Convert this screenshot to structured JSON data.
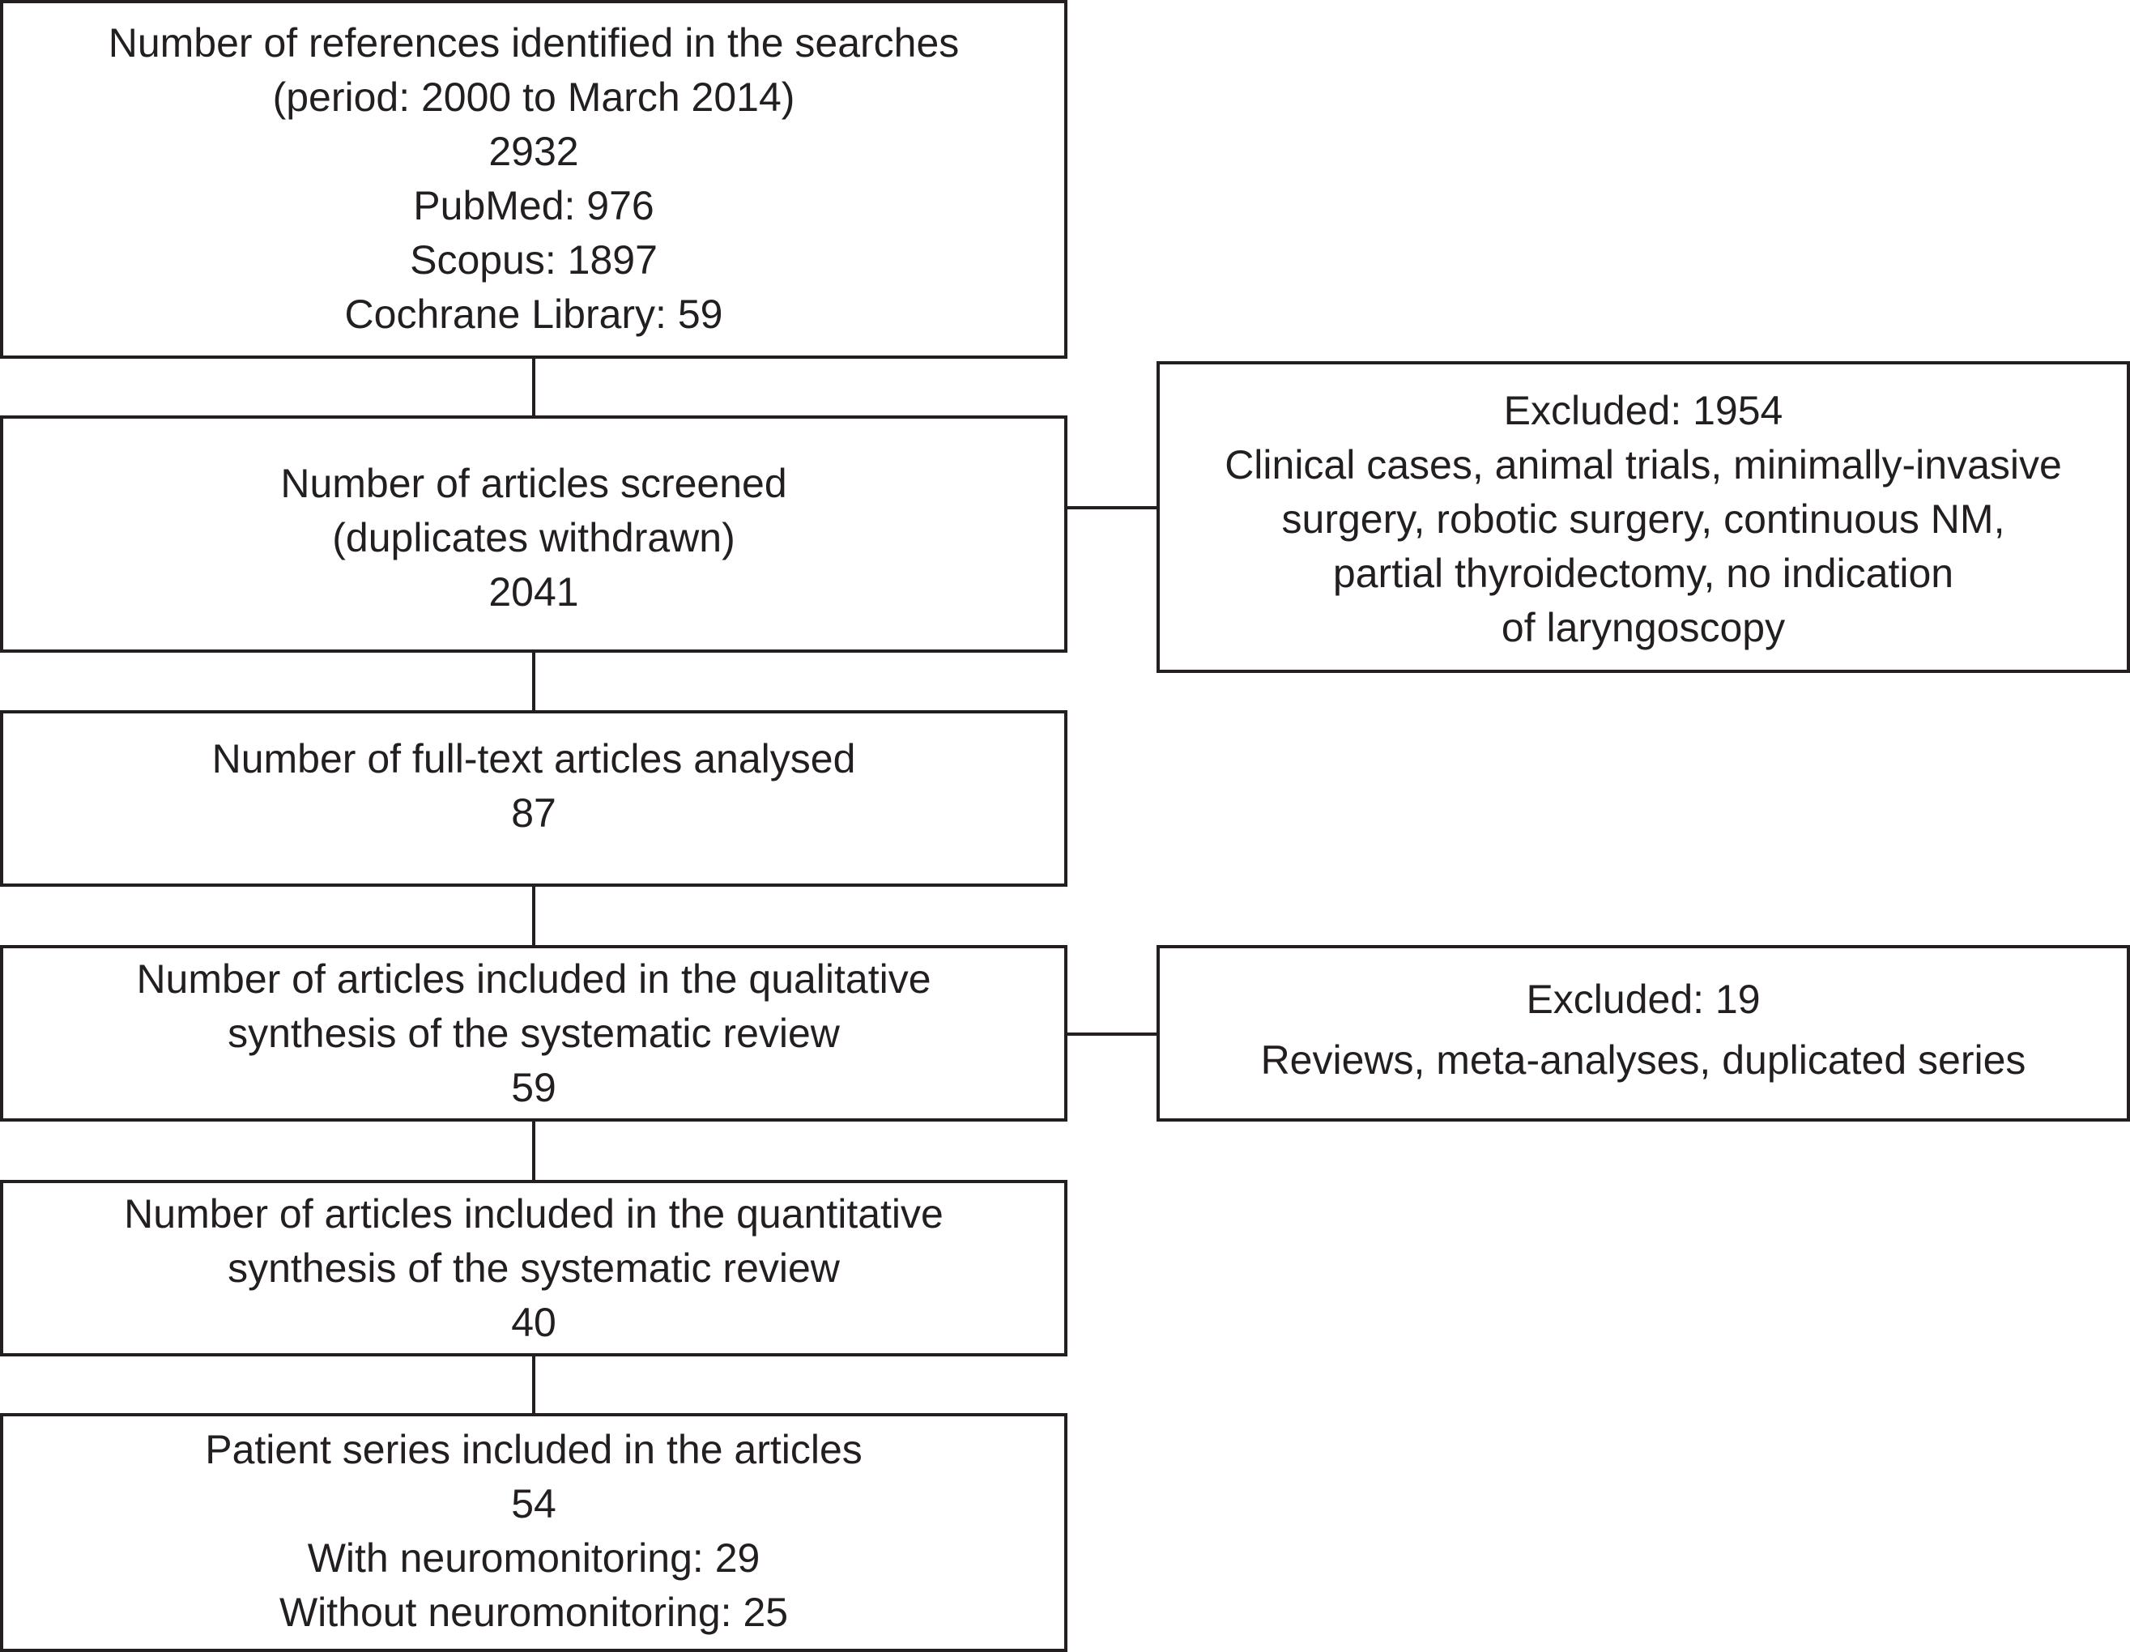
{
  "flowchart": {
    "searches": {
      "lines": [
        "Number of references identified in the searches",
        "(period: 2000 to March 2014)",
        "2932",
        "PubMed: 976",
        "Scopus: 1897",
        "Cochrane Library: 59"
      ]
    },
    "screened": {
      "lines": [
        "Number of articles screened",
        "(duplicates withdrawn)",
        "2041"
      ]
    },
    "excluded_1": {
      "lines": [
        "Excluded: 1954",
        "Clinical cases, animal trials, minimally-invasive",
        "surgery, robotic surgery, continuous NM,",
        "partial thyroidectomy, no indication",
        "of laryngoscopy"
      ]
    },
    "fulltext": {
      "lines": [
        "Number of full-text articles analysed",
        "87"
      ]
    },
    "qualitative": {
      "lines": [
        "Number of articles included in the qualitative",
        "synthesis of the systematic review",
        "59"
      ]
    },
    "excluded_2": {
      "lines": [
        "Excluded: 19",
        "Reviews, meta-analyses, duplicated series"
      ]
    },
    "quantitative": {
      "lines": [
        "Number of articles included in the quantitative",
        "synthesis of the systematic review",
        "40"
      ]
    },
    "patients": {
      "lines": [
        "Patient series included in the articles",
        "54",
        "With neuromonitoring: 29",
        "Without neuromonitoring: 25"
      ]
    }
  },
  "colors": {
    "stroke": "#231f20",
    "background": "#ffffff"
  }
}
